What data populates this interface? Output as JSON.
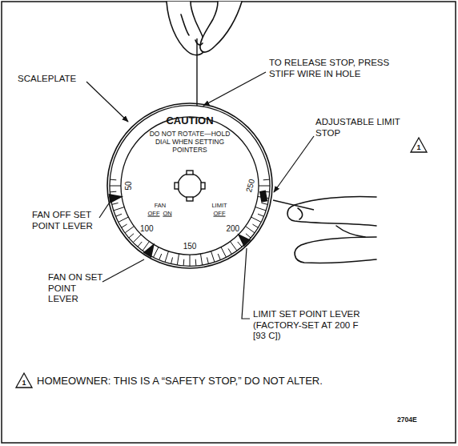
{
  "diagram": {
    "nodes": [
      {
        "text": [
          "CAUTION",
          "DO NOT ROTATE—HOLD DIAL WHEN SETTING POINTERS"
        ]
      }
    ],
    "labels": [
      "TO RELEASE STOP, PRESS STIFF WIRE IN HOLE",
      "SCALEPLATE",
      "ADJUSTABLE LIMIT STOP",
      "1",
      "50",
      "100",
      "150",
      "200",
      "250",
      "FAN",
      "OFF",
      "ON",
      "LIMIT",
      "OFF",
      "FAN OFF SET POINT LEVER",
      "FAN ON SET POINT LEVER",
      "LIMIT SET POINT LEVER (FACTORY-SET AT 200 F [93 C])",
      "1",
      "HOMEOWNER: THIS IS A “SAFETY STOP,” DO NOT ALTER.",
      "2704E"
    ]
  }
}
